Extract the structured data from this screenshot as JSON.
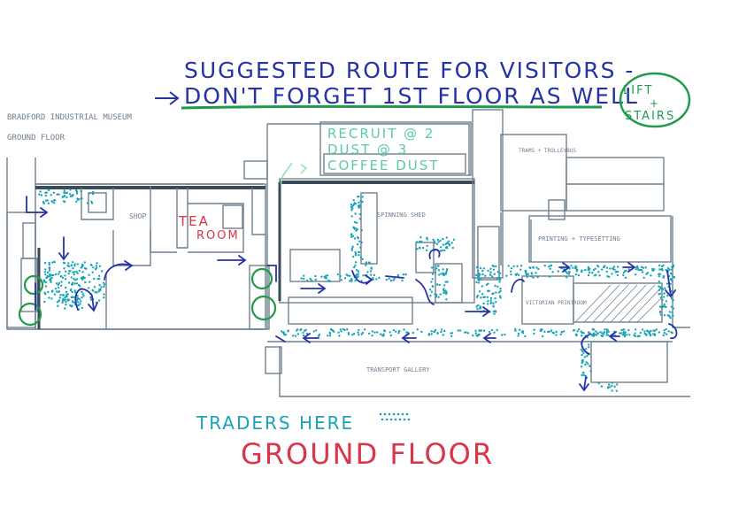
{
  "header": {
    "line1": "SUGGESTED ROUTE FOR VISITORS -",
    "line2": "DON'T FORGET 1ST FLOOR AS WELL",
    "lift_line1": "LIFT",
    "lift_line2": "+",
    "lift_line3": "STAIRS"
  },
  "plan": {
    "museum_name": "BRADFORD INDUSTRIAL MUSEUM",
    "floor_label_small": "GROUND FLOOR",
    "shop": "SHOP",
    "tea_room_1": "TEA",
    "tea_room_2": "ROOM",
    "spinning_shed": "SPINNING SHED",
    "transport": "TRAMS + TROLLEYBUS",
    "printing": "PRINTING + TYPESETTING",
    "victorian": "VICTORIAN PRINTROOM",
    "transport_gallery": "TRANSPORT GALLERY",
    "recruit_1": "RECRUIT @ 2",
    "recruit_2": "DUST @ 3",
    "recruit_3": "COFFEE DUST"
  },
  "footer": {
    "traders": "TRADERS HERE",
    "ground_floor": "GROUND FLOOR"
  },
  "colors": {
    "blue": "#2633a6",
    "teal": "#1aa3b8",
    "green": "#1f9a4a",
    "red": "#d9364a",
    "plan": "#6f7f8f"
  }
}
